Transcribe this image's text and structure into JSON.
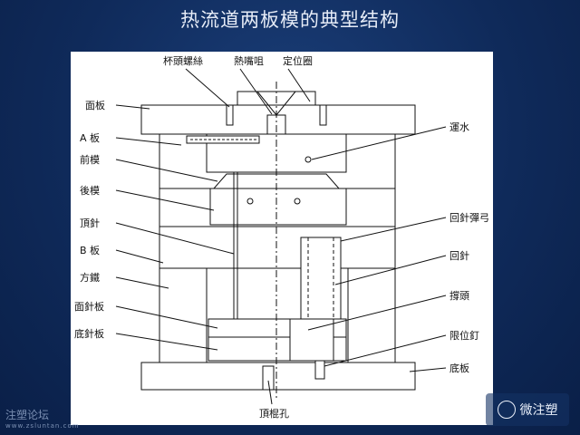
{
  "title": "热流道两板模的典型结构",
  "labels": {
    "cup_screw": "杯頭螺絲",
    "hot_nozzle": "熱嘴咀",
    "locating_ring": "定位圈",
    "top_plate": "面板",
    "a_plate": "A 板",
    "cavity": "前模",
    "core": "後模",
    "ejector_pin": "頂針",
    "b_plate": "B 板",
    "spacer_block": "方鐵",
    "ejector_retainer": "面針板",
    "ejector_plate": "底針板",
    "cooling_water": "運水",
    "return_spring": "回針彈弓",
    "return_pin": "回針",
    "support_pillar": "撐頭",
    "stop_pin": "限位釘",
    "bottom_plate": "底板",
    "ko_hole": "頂棍孔"
  },
  "watermark": "注塑论坛",
  "watermark_sub": "www.zsluntan.com",
  "badge": "微注塑"
}
